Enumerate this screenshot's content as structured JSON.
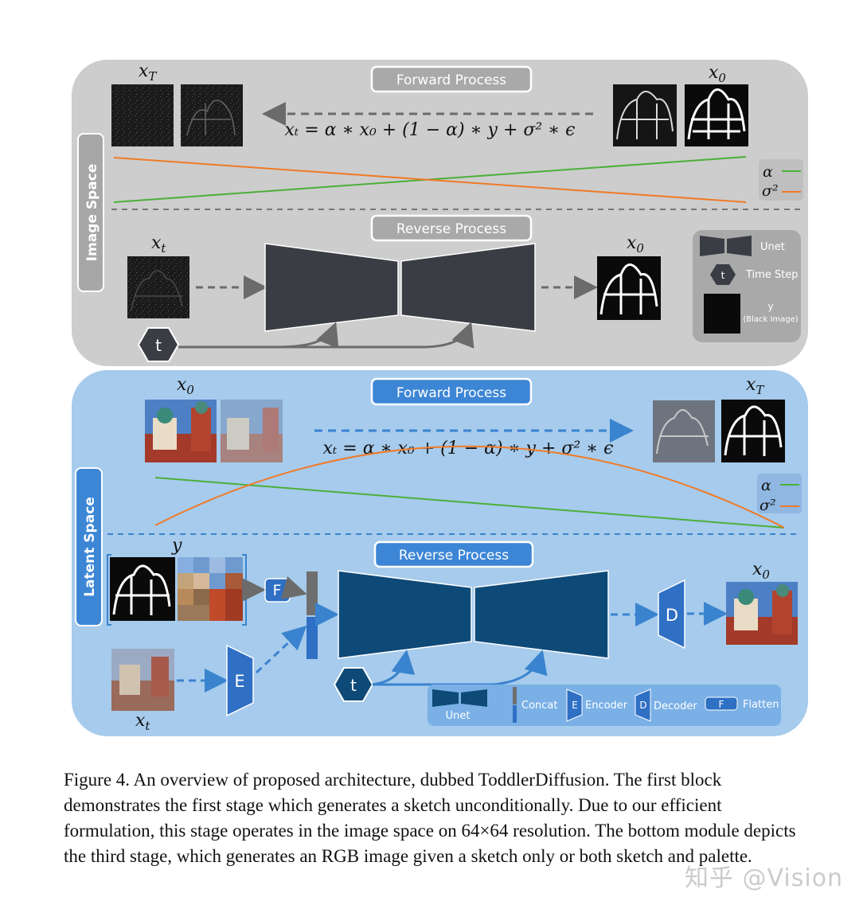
{
  "top_block": {
    "side_label": "Image Space",
    "forward_label": "Forward Process",
    "reverse_label": "Reverse Process",
    "equation": "xₜ = α ∗ x₀ + (1 − α) ∗ y + σ² ∗ ϵ",
    "label_xT": "x_T",
    "label_x0_right": "x₀",
    "label_xt": "xₜ",
    "label_x0_out": "x₀",
    "timestep_glyph": "t",
    "curve_legend": {
      "alpha": "α",
      "sigma": "σ²"
    },
    "key": {
      "unet": "Unet",
      "time_step": "Time Step",
      "timestep_glyph": "t",
      "y_label": "y",
      "y_sub": "(Black Image)"
    }
  },
  "bottom_block": {
    "side_label": "Latent Space",
    "forward_label": "Forward Process",
    "reverse_label": "Reverse Process",
    "equation": "xₜ = α ∗ x₀ + (1 − α) ∗ y + σ² ∗ ϵ",
    "label_x0_left": "x₀",
    "label_xT": "x_T",
    "label_y": "y",
    "label_xt": "xₜ",
    "label_x0_out": "x₀",
    "timestep_glyph": "t",
    "flatten_glyph": "F",
    "encoder_glyph": "E",
    "decoder_glyph": "D",
    "curve_legend": {
      "alpha": "α",
      "sigma": "σ²"
    },
    "legend": {
      "unet": "Unet",
      "concat": "Concat",
      "encoder_glyph": "E",
      "encoder": "Encoder",
      "decoder_glyph": "D",
      "decoder": "Decoder",
      "flatten_glyph": "F",
      "flatten": "Flatten"
    }
  },
  "colors": {
    "top_panel": "#cdcdcd",
    "bottom_panel": "#a6cbec",
    "unet_top": "#3a3d44",
    "unet_bottom": "#0e4a78",
    "alpha_line": "#4caf3a",
    "sigma_line": "#f07a28",
    "block_blue": "#2f6fc4"
  },
  "caption": "Figure 4. An overview of proposed architecture, dubbed ToddlerDiffusion. The first block demonstrates the first stage which generates a sketch unconditionally. Due to our efficient formulation, this stage operates in the image space on 64×64 resolution. The bottom module depicts the third stage, which generates an RGB image given a sketch only or both sketch and palette.",
  "watermark": "知乎 @Vision"
}
